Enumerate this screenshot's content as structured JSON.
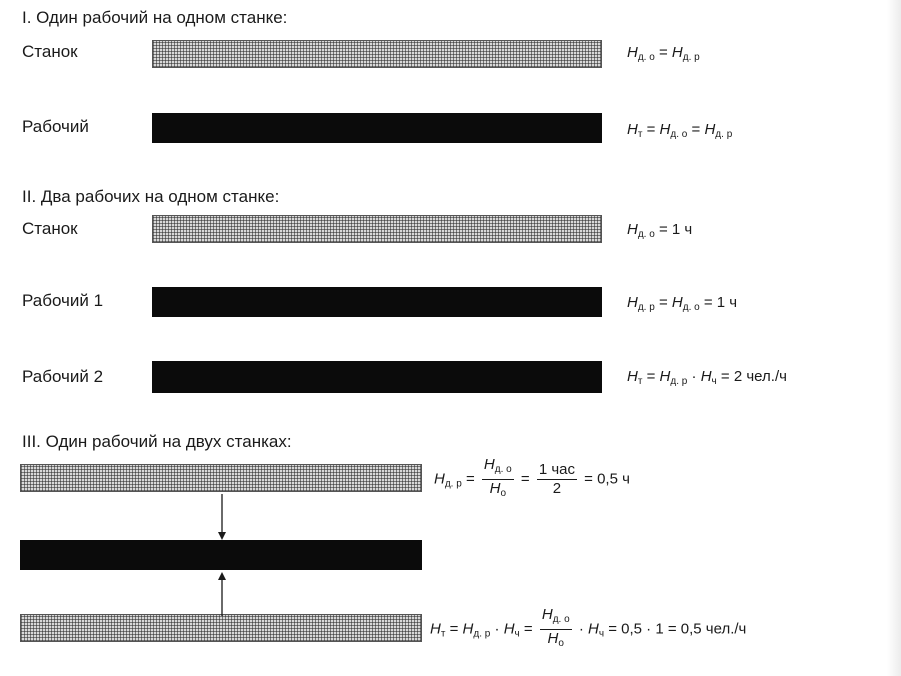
{
  "section1": {
    "heading": "I. Один рабочий на одном станке:",
    "machine_label": "Станок",
    "worker_label": "Рабочий",
    "formula_machine": {
      "lhs": "Н",
      "lhs_sub": "д. о",
      "eq": "=",
      "rhs": "Н",
      "rhs_sub": "д. р"
    },
    "formula_worker": {
      "a": "Н",
      "a_sub": "т",
      "b": "Н",
      "b_sub": "д. о",
      "c": "Н",
      "c_sub": "д. р"
    }
  },
  "section2": {
    "heading": "II. Два рабочих на одном станке:",
    "machine_label": "Станок",
    "worker1_label": "Рабочий 1",
    "worker2_label": "Рабочий 2",
    "formula_machine": {
      "lhs": "Н",
      "lhs_sub": "д. о",
      "rhs": "= 1 ч"
    },
    "formula_worker1": {
      "a": "Н",
      "a_sub": "д. р",
      "b": "Н",
      "b_sub": "д. о",
      "rhs": "= 1 ч"
    },
    "formula_worker2": {
      "a": "Н",
      "a_sub": "т",
      "b": "Н",
      "b_sub": "д. р",
      "c": "Н",
      "c_sub": "ч",
      "rhs": "= 2 чел./ч"
    }
  },
  "section3": {
    "heading": "III. Один рабочий на двух станках:",
    "formula_top": {
      "a": "Н",
      "a_sub": "д. р",
      "num": "Н",
      "num_sub": "д. о",
      "den": "Н",
      "den_sub": "о",
      "num2": "1 час",
      "den2": "2",
      "rhs": "= 0,5 ч"
    },
    "formula_bottom": {
      "a": "Н",
      "a_sub": "т",
      "b": "Н",
      "b_sub": "д. р",
      "c": "Н",
      "c_sub": "ч",
      "num": "Н",
      "num_sub": "д. о",
      "den": "Н",
      "den_sub": "о",
      "d": "Н",
      "d_sub": "ч",
      "rhs": "= 0,5 · 1 = 0,5 чел./ч"
    }
  }
}
